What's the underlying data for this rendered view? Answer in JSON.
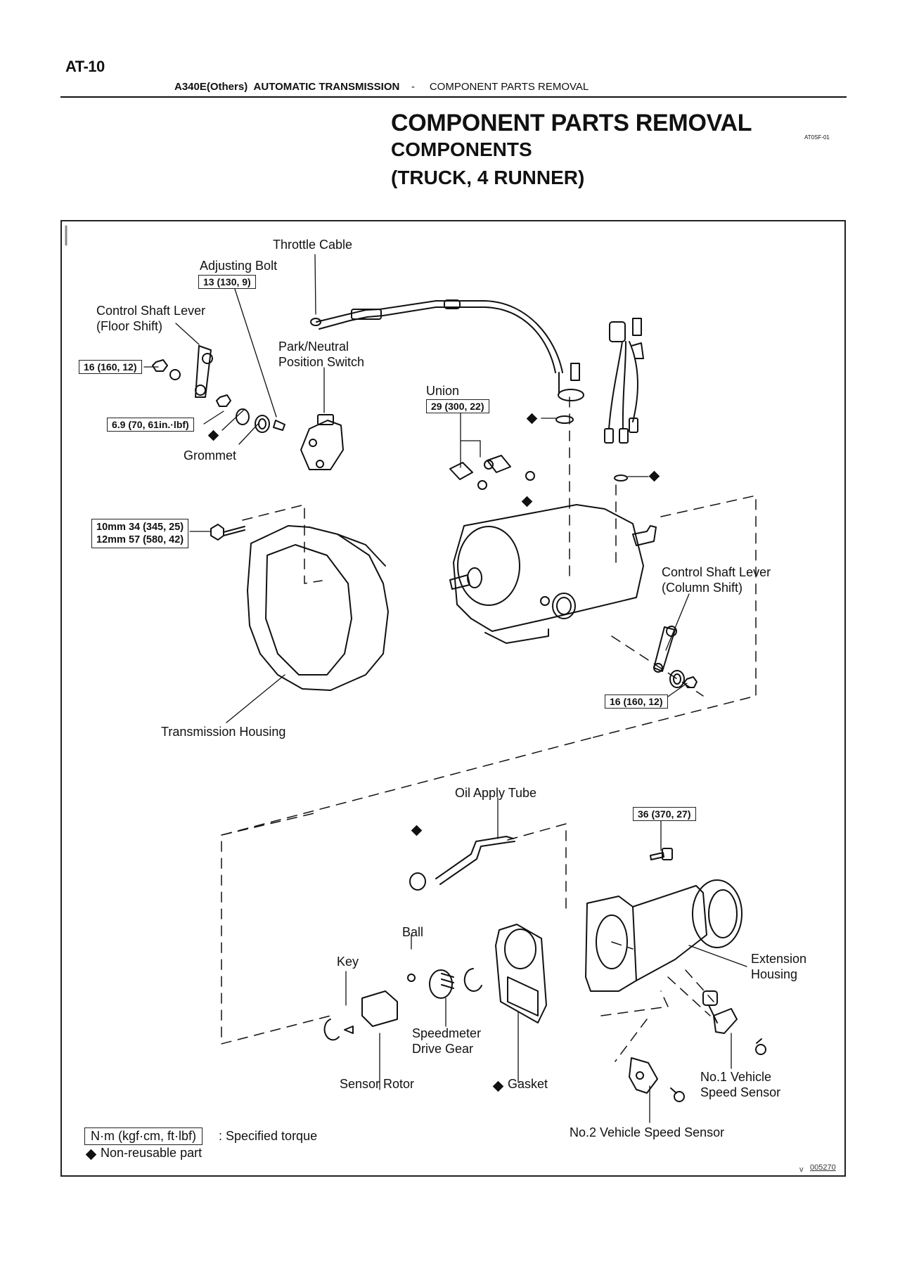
{
  "header": {
    "page_number": "AT-10",
    "model": "A340E(Others)",
    "section": "AUTOMATIC TRANSMISSION",
    "separator": "-",
    "subsection": "COMPONENT PARTS REMOVAL"
  },
  "title": {
    "main": "COMPONENT PARTS REMOVAL",
    "sub": "COMPONENTS",
    "variant": "(TRUCK, 4 RUNNER)",
    "doc_code": "AT0SF-01"
  },
  "diagram": {
    "labels": {
      "throttle_cable": "Throttle Cable",
      "adjusting_bolt": "Adjusting Bolt",
      "control_shaft_lever_floor_1": "Control Shaft Lever",
      "control_shaft_lever_floor_2": "(Floor Shift)",
      "park_neutral_1": "Park/Neutral",
      "park_neutral_2": "Position Switch",
      "grommet": "Grommet",
      "union": "Union",
      "control_shaft_lever_column_1": "Control Shaft Lever",
      "control_shaft_lever_column_2": "(Column Shift)",
      "transmission_housing": "Transmission Housing",
      "oil_apply_tube": "Oil Apply Tube",
      "ball": "Ball",
      "key": "Key",
      "speedometer_1": "Speedmeter",
      "speedometer_2": "Drive Gear",
      "sensor_rotor": "Sensor Rotor",
      "gasket": "Gasket",
      "extension_housing_1": "Extension",
      "extension_housing_2": "Housing",
      "no1_sensor_1": "No.1 Vehicle",
      "no1_sensor_2": "Speed Sensor",
      "no2_sensor": "No.2 Vehicle Speed Sensor"
    },
    "torques": {
      "adjusting_bolt": "13 (130, 9)",
      "floor_lever_nut": "16 (160, 12)",
      "switch_nut": "6.9 (70, 61in.·lbf)",
      "union": "29 (300, 22)",
      "housing_bolt_10mm": "10mm 34 (345, 25)",
      "housing_bolt_12mm": "12mm 57 (580, 42)",
      "column_lever_nut": "16 (160, 12)",
      "extension_bolt": "36 (370, 27)"
    },
    "figure_code": "005270",
    "figure_mark": "v"
  },
  "legend": {
    "torque_units": "N·m (kgf·cm, ft·lbf)",
    "torque_desc": ": Specified torque",
    "non_reusable": "Non-reusable part"
  }
}
